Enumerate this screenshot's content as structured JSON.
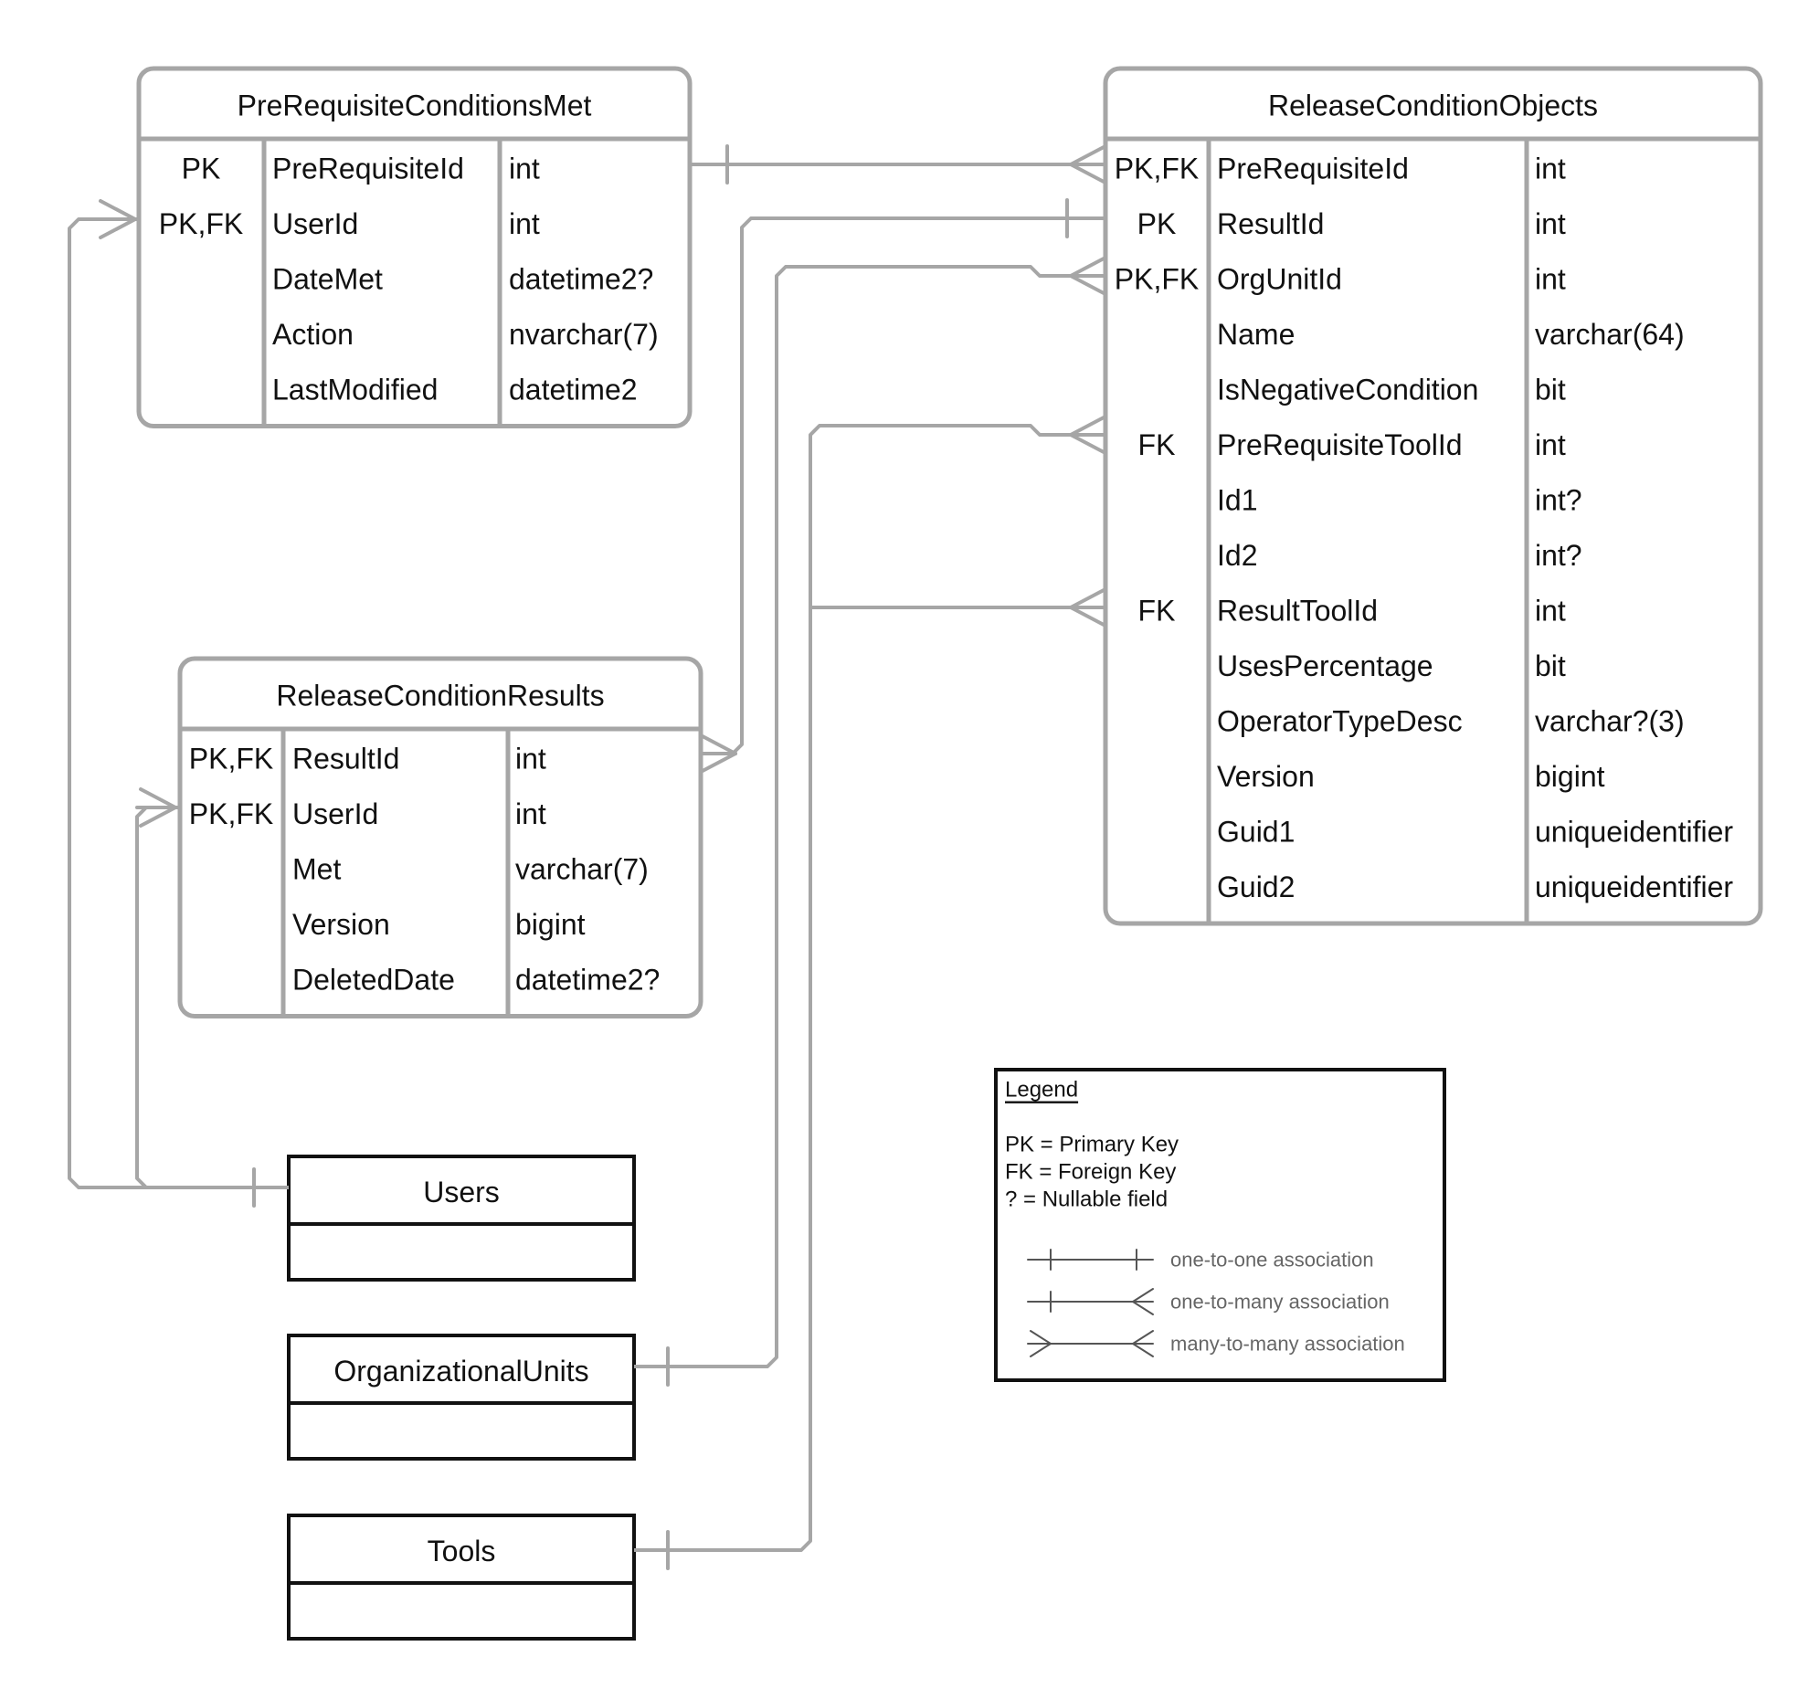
{
  "entities": [
    {
      "id": "prerequisite-conditions-met",
      "title": "PreRequisiteConditionsMet",
      "rows": [
        {
          "key": "PK",
          "name": "PreRequisiteId",
          "type": "int"
        },
        {
          "key": "PK,FK",
          "name": "UserId",
          "type": "int"
        },
        {
          "key": "",
          "name": "DateMet",
          "type": "datetime2?"
        },
        {
          "key": "",
          "name": "Action",
          "type": "nvarchar(7)"
        },
        {
          "key": "",
          "name": "LastModified",
          "type": "datetime2"
        }
      ]
    },
    {
      "id": "release-condition-objects",
      "title": "ReleaseConditionObjects",
      "rows": [
        {
          "key": "PK,FK",
          "name": "PreRequisiteId",
          "type": "int"
        },
        {
          "key": "PK",
          "name": "ResultId",
          "type": "int"
        },
        {
          "key": "PK,FK",
          "name": "OrgUnitId",
          "type": "int"
        },
        {
          "key": "",
          "name": "Name",
          "type": "varchar(64)"
        },
        {
          "key": "",
          "name": "IsNegativeCondition",
          "type": "bit"
        },
        {
          "key": "FK",
          "name": "PreRequisiteToolId",
          "type": "int"
        },
        {
          "key": "",
          "name": "Id1",
          "type": "int?"
        },
        {
          "key": "",
          "name": "Id2",
          "type": "int?"
        },
        {
          "key": "FK",
          "name": "ResultToolId",
          "type": "int"
        },
        {
          "key": "",
          "name": "UsesPercentage",
          "type": "bit"
        },
        {
          "key": "",
          "name": "OperatorTypeDesc",
          "type": "varchar?(3)"
        },
        {
          "key": "",
          "name": "Version",
          "type": "bigint"
        },
        {
          "key": "",
          "name": "Guid1",
          "type": "uniqueidentifier"
        },
        {
          "key": "",
          "name": "Guid2",
          "type": "uniqueidentifier"
        }
      ]
    },
    {
      "id": "release-condition-results",
      "title": "ReleaseConditionResults",
      "rows": [
        {
          "key": "PK,FK",
          "name": "ResultId",
          "type": "int"
        },
        {
          "key": "PK,FK",
          "name": "UserId",
          "type": "int"
        },
        {
          "key": "",
          "name": "Met",
          "type": "varchar(7)"
        },
        {
          "key": "",
          "name": "Version",
          "type": "bigint"
        },
        {
          "key": "",
          "name": "DeletedDate",
          "type": "datetime2?"
        }
      ]
    }
  ],
  "external_tables": [
    {
      "id": "users",
      "title": "Users"
    },
    {
      "id": "organizational-units",
      "title": "OrganizationalUnits"
    },
    {
      "id": "tools",
      "title": "Tools"
    }
  ],
  "legend": {
    "title": "Legend",
    "lines": [
      "PK = Primary Key",
      "FK = Foreign Key",
      "? = Nullable field"
    ],
    "associations": [
      {
        "kind": "one-to-one",
        "label": "one-to-one association"
      },
      {
        "kind": "one-to-many",
        "label": "one-to-many association"
      },
      {
        "kind": "many-to-many",
        "label": "many-to-many association"
      }
    ]
  },
  "relationships": [
    {
      "from": "PreRequisiteConditionsMet.PreRequisiteId",
      "to": "ReleaseConditionObjects.PreRequisiteId",
      "kind": "one-to-many"
    },
    {
      "from": "ReleaseConditionObjects.ResultId",
      "to": "ReleaseConditionResults.ResultId",
      "kind": "one-to-many"
    },
    {
      "from": "OrganizationalUnits",
      "to": "ReleaseConditionObjects.OrgUnitId",
      "kind": "one-to-many"
    },
    {
      "from": "Tools",
      "to": "ReleaseConditionObjects.PreRequisiteToolId",
      "kind": "one-to-many"
    },
    {
      "from": "Tools",
      "to": "ReleaseConditionObjects.ResultToolId",
      "kind": "one-to-many"
    },
    {
      "from": "Users",
      "to": "PreRequisiteConditionsMet.UserId",
      "kind": "one-to-many"
    },
    {
      "from": "Users",
      "to": "ReleaseConditionResults.UserId",
      "kind": "one-to-many"
    }
  ],
  "colors": {
    "entity_border": "#a6a6a6",
    "connector": "#a6a6a6",
    "box_border": "#111111",
    "text": "#111111",
    "legend_note": "#666666"
  }
}
